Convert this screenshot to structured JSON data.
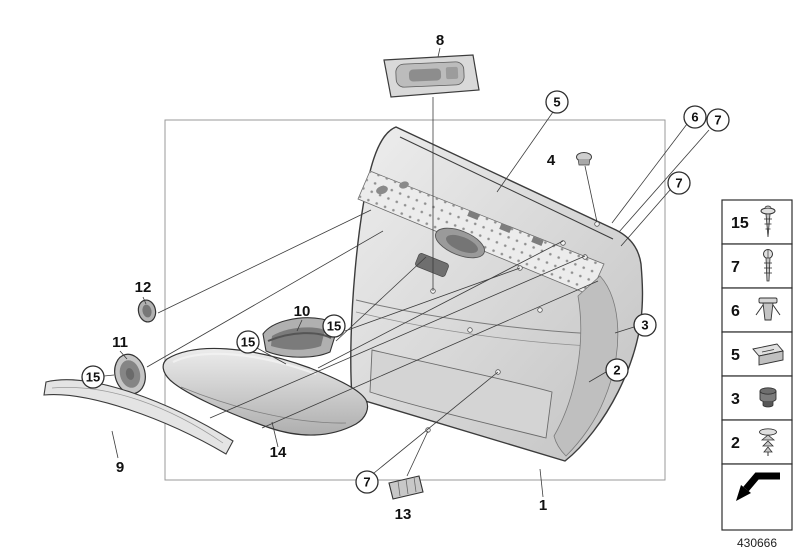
{
  "diagram_id": "430666",
  "callouts": {
    "plain": [
      {
        "label": "8"
      },
      {
        "label": "4"
      },
      {
        "label": "12"
      },
      {
        "label": "11"
      },
      {
        "label": "10"
      },
      {
        "label": "9"
      },
      {
        "label": "14"
      },
      {
        "label": "13"
      },
      {
        "label": "1"
      }
    ],
    "circled": [
      {
        "label": "5"
      },
      {
        "label": "6"
      },
      {
        "label": "7"
      },
      {
        "label": "7"
      },
      {
        "label": "7"
      },
      {
        "label": "15"
      },
      {
        "label": "15"
      },
      {
        "label": "15"
      },
      {
        "label": "3"
      },
      {
        "label": "2"
      }
    ]
  },
  "legend": {
    "items": [
      {
        "label": "15",
        "icon": "screw-with-washer-icon"
      },
      {
        "label": "7",
        "icon": "screw-icon"
      },
      {
        "label": "6",
        "icon": "expanding-clip-icon"
      },
      {
        "label": "5",
        "icon": "retaining-bracket-icon"
      },
      {
        "label": "3",
        "icon": "blind-plug-icon"
      },
      {
        "label": "2",
        "icon": "push-rivet-icon"
      }
    ],
    "footer_icon": "cross-reference-arrow-icon"
  },
  "colors": {
    "line": "#3c3c3c",
    "panel_light": "#eeeeee",
    "panel_dark": "#c2c2c2"
  }
}
